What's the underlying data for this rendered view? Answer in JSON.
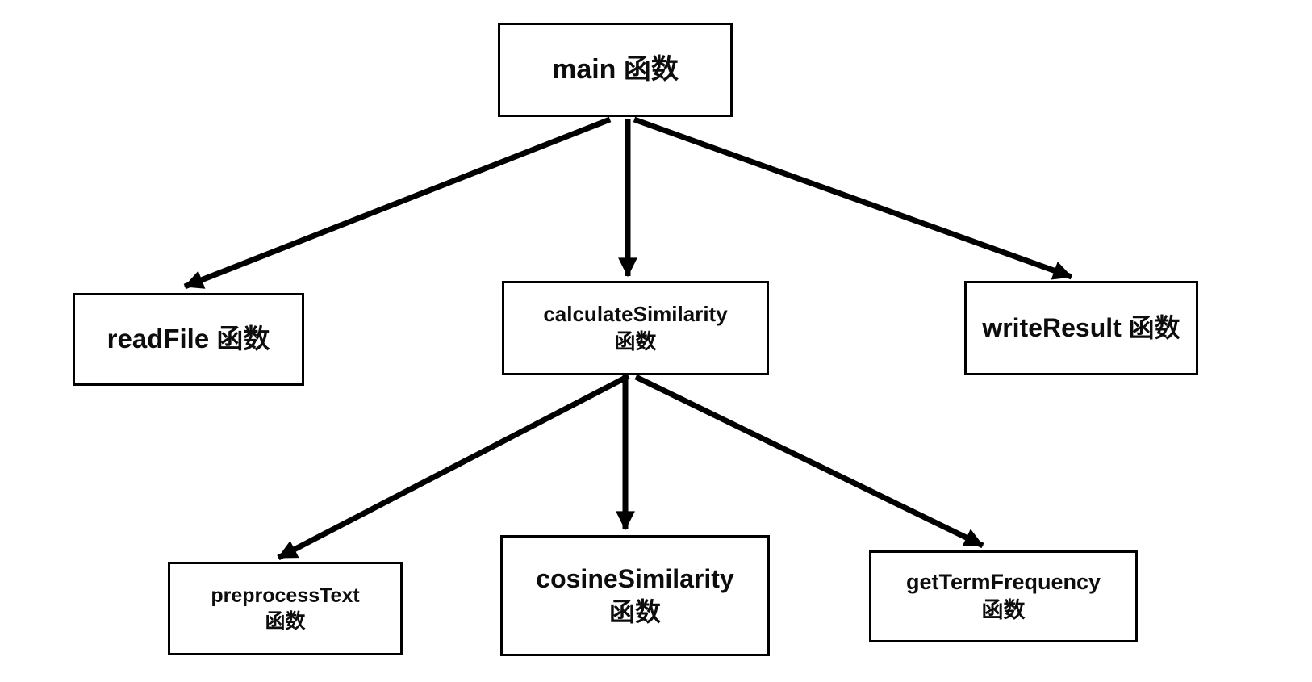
{
  "diagram": {
    "type": "function-call-tree",
    "colors": {
      "background": "#ffffff",
      "node_fill": "#ffffff",
      "node_border": "#000000",
      "arrow": "#000000",
      "text": "#0d0d0d"
    },
    "nodes": {
      "main": {
        "label": "main 函数"
      },
      "read_file": {
        "label": "readFile 函数"
      },
      "calculate_similarity": {
        "line1": "calculateSimilarity",
        "line2": "函数"
      },
      "write_result": {
        "label": "writeResult 函数"
      },
      "preprocess_text": {
        "line1": "preprocessText",
        "line2": "函数"
      },
      "cosine_similarity": {
        "line1": "cosineSimilarity",
        "line2": "函数"
      },
      "get_term_frequency": {
        "line1": "getTermFrequency",
        "line2": "函数"
      }
    },
    "edges": [
      {
        "from": "main 函数",
        "to": "readFile 函数"
      },
      {
        "from": "main 函数",
        "to": "calculateSimilarity 函数"
      },
      {
        "from": "main 函数",
        "to": "writeResult 函数"
      },
      {
        "from": "calculateSimilarity 函数",
        "to": "preprocessText 函数"
      },
      {
        "from": "calculateSimilarity 函数",
        "to": "cosineSimilarity 函数"
      },
      {
        "from": "calculateSimilarity 函数",
        "to": "getTermFrequency 函数"
      }
    ]
  }
}
